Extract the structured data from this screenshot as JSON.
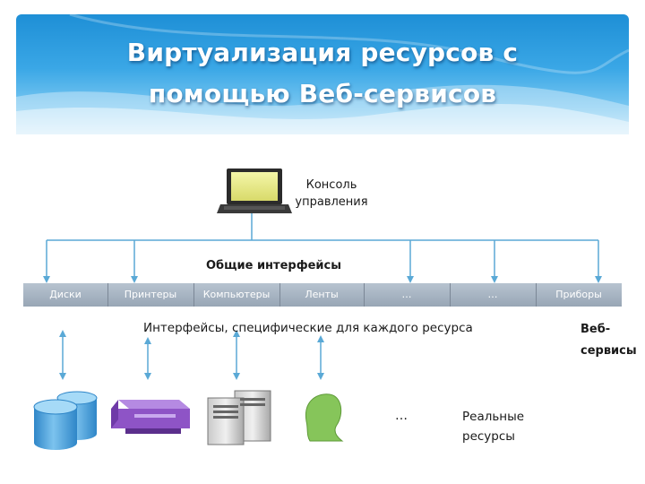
{
  "slide": {
    "title_line1": "Виртуализация ресурсов с",
    "title_line2": "помощью Веб-сервисов"
  },
  "labels": {
    "console": [
      "Консоль",
      "управления"
    ],
    "common_interfaces": "Общие интерфейсы",
    "specific_interfaces": "Интерфейсы, специфические для каждого ресурса",
    "web_services": [
      "Веб-",
      "сервисы"
    ],
    "ellipsis": "…",
    "real_resources": [
      "Реальные",
      "ресурсы"
    ]
  },
  "interface_bar": [
    "Диски",
    "Принтеры",
    "Компьютеры",
    "Ленты",
    "…",
    "…",
    "Приборы"
  ],
  "resource_icons": [
    "disks-icon",
    "printer-icon",
    "servers-icon",
    "tape-icon"
  ],
  "colors": {
    "banner": "#2a9be0",
    "bar": "#a9b6c4",
    "arrow": "#5aa9d6",
    "disk": "#4fa3dc",
    "printer": "#8e54c6",
    "tape": "#86c55a"
  }
}
